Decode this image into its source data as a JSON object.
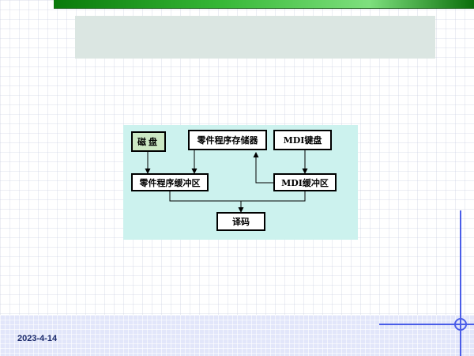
{
  "header": {
    "title": ""
  },
  "diagram": {
    "nodes": {
      "disk": "磁盘",
      "part_program_storage": "零件程序存储器",
      "mdi_keyboard": "MDI键盘",
      "part_program_buffer": "零件程序缓冲区",
      "mdi_buffer": "MDI缓冲区",
      "decode": "译码"
    },
    "edges": [
      {
        "from": "disk",
        "to": "part_program_buffer"
      },
      {
        "from": "part_program_storage",
        "to": "part_program_buffer"
      },
      {
        "from": "mdi_buffer",
        "to": "part_program_storage"
      },
      {
        "from": "mdi_keyboard",
        "to": "mdi_buffer"
      },
      {
        "from": "part_program_buffer",
        "to": "decode"
      },
      {
        "from": "mdi_buffer",
        "to": "decode"
      }
    ]
  },
  "footer": {
    "date": "2023-4-14"
  },
  "colors": {
    "top_bar": "#37b837",
    "title_box": "#dbe6e2",
    "diagram_bg": "#ccf2ee",
    "disk_box": "#cce8c4",
    "footer_band": "#e2e6fa",
    "date_text": "#1b2a6b",
    "deco_line": "#4a5de8"
  }
}
